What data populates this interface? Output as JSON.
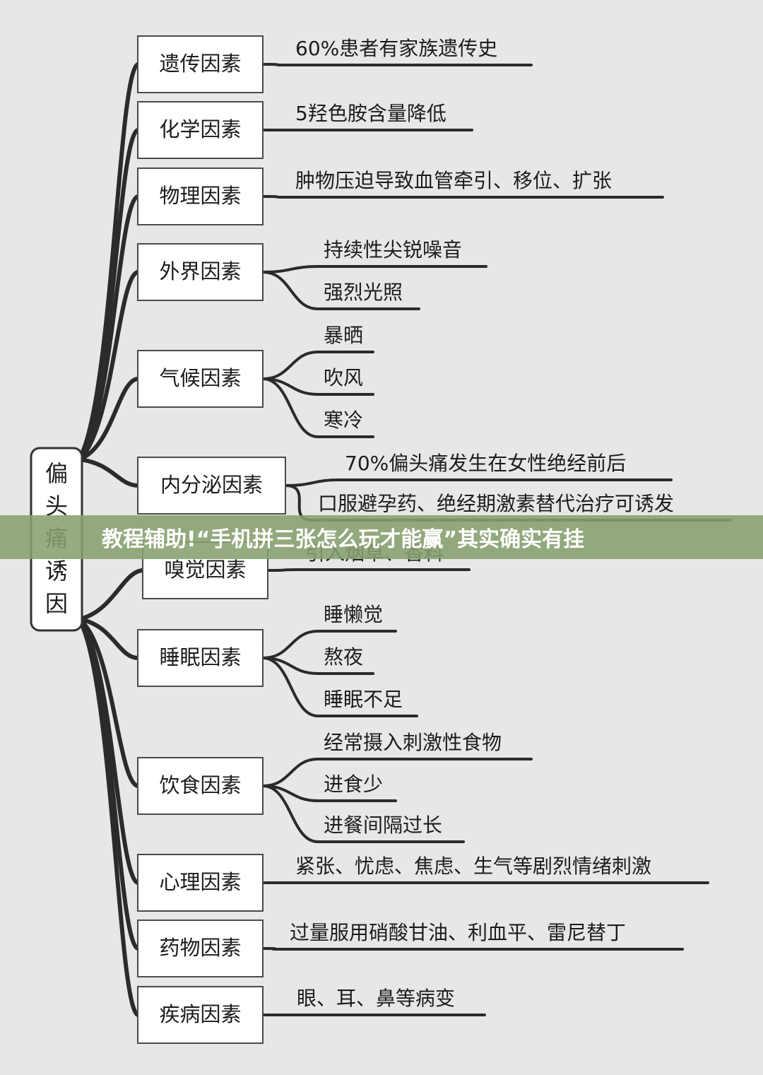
{
  "root": {
    "label": "偏头痛诱因",
    "chars": [
      "偏",
      "头",
      "痛",
      "诱",
      "因"
    ]
  },
  "categories": [
    {
      "label": "遗传因素",
      "details": [
        "60%患者有家族遗传史"
      ]
    },
    {
      "label": "化学因素",
      "details": [
        "5羟色胺含量降低"
      ]
    },
    {
      "label": "物理因素",
      "details": [
        "肿物压迫导致血管牵引、移位、扩张"
      ]
    },
    {
      "label": "外界因素",
      "details": [
        "持续性尖锐噪音",
        "强烈光照"
      ]
    },
    {
      "label": "气候因素",
      "details": [
        "暴晒",
        "吹风",
        "寒冷"
      ]
    },
    {
      "label": "内分泌因素",
      "details": [
        "70%偏头痛发生在女性绝经前后",
        "口服避孕药、绝经期激素替代治疗可诱发"
      ]
    },
    {
      "label": "嗅觉因素",
      "details": [
        "引入烟草、香料"
      ]
    },
    {
      "label": "睡眠因素",
      "details": [
        "睡懒觉",
        "熬夜",
        "睡眠不足"
      ]
    },
    {
      "label": "饮食因素",
      "details": [
        "经常摄入刺激性食物",
        "进食少",
        "进餐间隔过长"
      ]
    },
    {
      "label": "心理因素",
      "details": [
        "紧张、忧虑、焦虑、生气等剧烈情绪刺激"
      ]
    },
    {
      "label": "药物因素",
      "details": [
        "过量服用硝酸甘油、利血平、雷尼替丁"
      ]
    },
    {
      "label": "疾病因素",
      "details": [
        "眼、耳、鼻等病变"
      ]
    }
  ],
  "banner": {
    "text": "教程辅助!“手机拼三张怎么玩才能赢”其实确实有挂"
  }
}
